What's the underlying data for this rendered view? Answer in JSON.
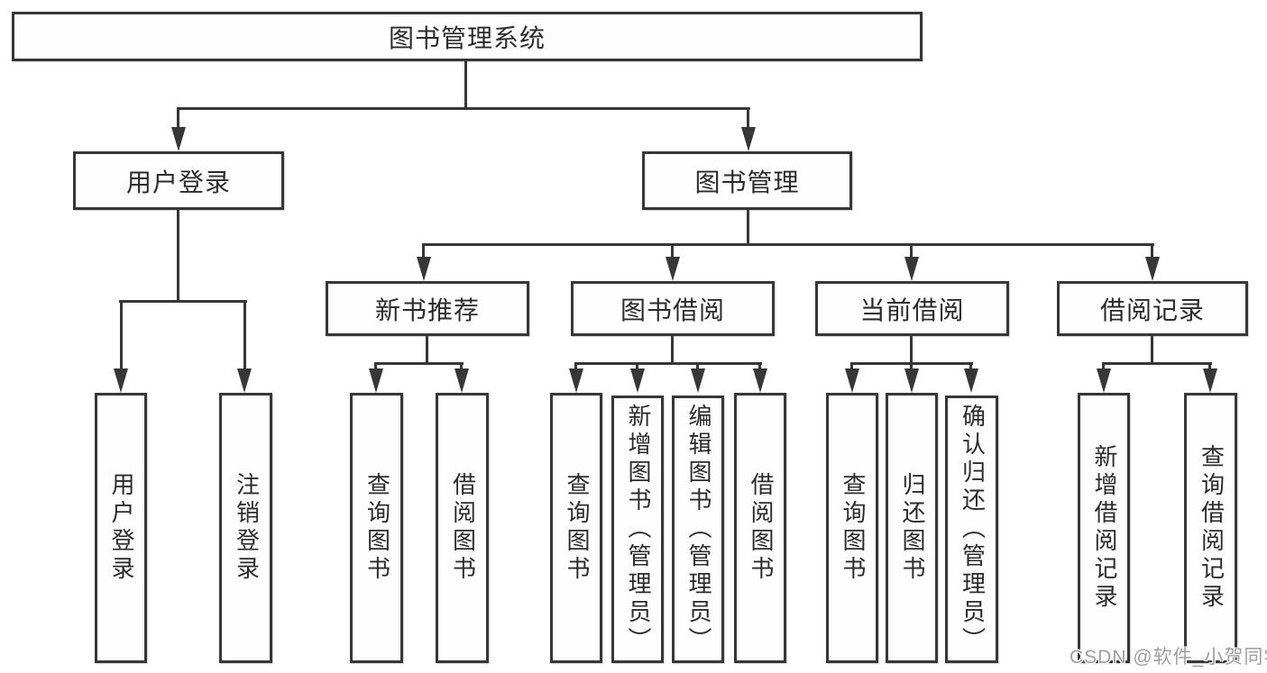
{
  "diagram": {
    "root": {
      "label": "图书管理系统"
    },
    "level2": {
      "user_login": {
        "label": "用户登录"
      },
      "book_mgmt": {
        "label": "图书管理"
      }
    },
    "level3": {
      "new_books": {
        "label": "新书推荐"
      },
      "book_borrow": {
        "label": "图书借阅"
      },
      "current_borrow": {
        "label": "当前借阅"
      },
      "borrow_records": {
        "label": "借阅记录"
      }
    },
    "leaves": {
      "user_login": [
        "用户登录",
        "注销登录"
      ],
      "new_books": [
        "查询图书",
        "借阅图书"
      ],
      "book_borrow": [
        "查询图书",
        "新增图书（管理员）",
        "编辑图书（管理员）",
        "借阅图书"
      ],
      "current_borrow": [
        "查询图书",
        "归还图书",
        "确认归还（管理员）"
      ],
      "borrow_records": [
        "新增借阅记录",
        "查询借阅记录"
      ]
    }
  },
  "watermark": {
    "text": "CSDN @软件_小贺同学"
  },
  "colors": {
    "line": "#373737",
    "text": "#2b2b2b",
    "watermark": "#9e9e9e",
    "background": "#ffffff"
  }
}
